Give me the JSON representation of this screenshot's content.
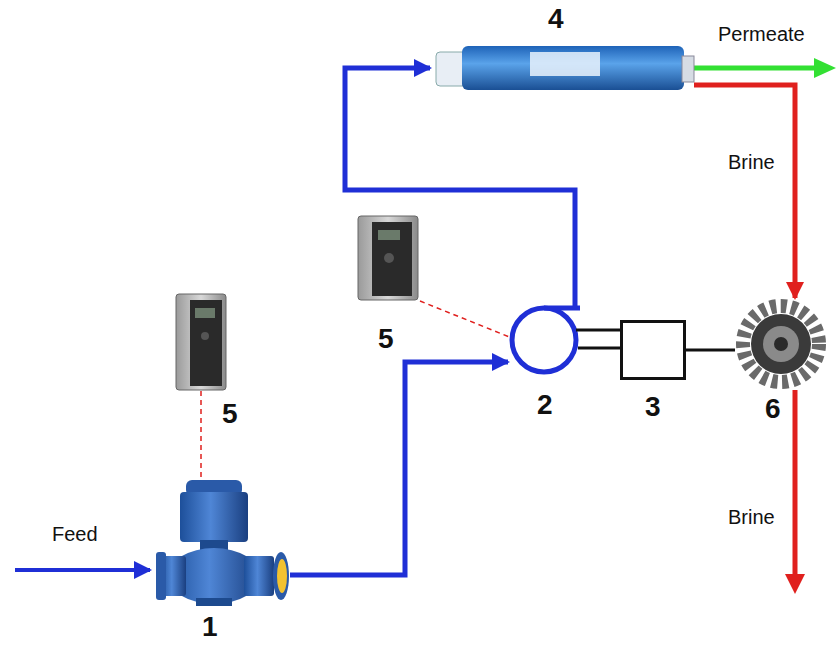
{
  "diagram": {
    "nodes": [
      {
        "text": [
          "4"
        ]
      },
      {
        "text": [
          "5"
        ]
      },
      {
        "text": [
          "5"
        ]
      },
      {
        "text": [
          "2"
        ]
      },
      {
        "text": [
          "3"
        ]
      },
      {
        "text": [
          "6"
        ]
      },
      {
        "text": [
          "1"
        ]
      }
    ],
    "edges": [
      {
        "from": 6,
        "to": 3,
        "arrow": "to"
      },
      {
        "from": 3,
        "to": 0,
        "arrow": "to"
      },
      {
        "from": 0,
        "to": 5,
        "arrow": "to",
        "label": "Brine"
      },
      {
        "from": 1,
        "to": 3,
        "arrow": "none"
      },
      {
        "from": 2,
        "to": 6,
        "arrow": "none"
      },
      {
        "from": 3,
        "to": 4,
        "arrow": "none"
      },
      {
        "from": 4,
        "to": 5,
        "arrow": "none"
      }
    ],
    "labels": [
      "Permeate",
      "Feed",
      "Brine"
    ]
  }
}
